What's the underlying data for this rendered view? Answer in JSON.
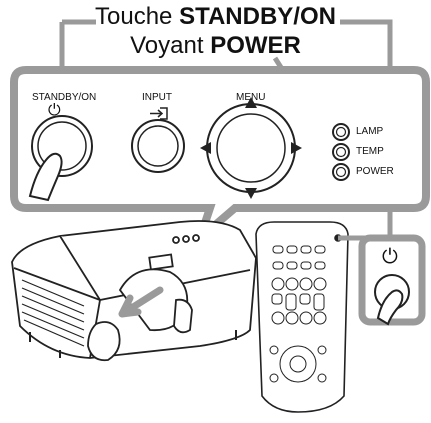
{
  "callouts": {
    "line1_prefix": "Touche ",
    "line1_bold": "STANDBY/ON",
    "line2_prefix": "Voyant ",
    "line2_bold": "POWER"
  },
  "panel": {
    "standby_label": "STANDBY/ON",
    "input_label": "INPUT",
    "menu_label": "MENU",
    "standby_symbol": "⏻",
    "indicators": [
      "LAMP",
      "TEMP",
      "POWER"
    ]
  },
  "remote": {
    "standby_symbol": "⏻"
  },
  "colors": {
    "callout_frame": "#9a9a9a",
    "line_art": "#222222"
  }
}
